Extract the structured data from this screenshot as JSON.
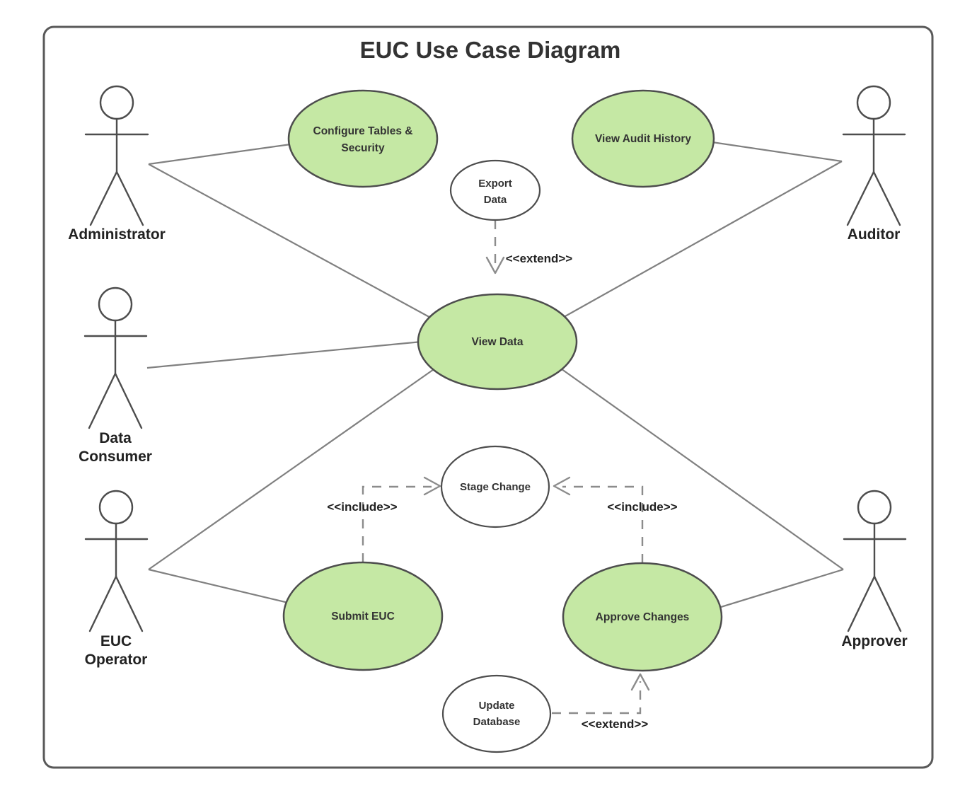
{
  "diagram": {
    "title": "EUC Use Case Diagram",
    "type": "uml-use-case-diagram",
    "colors": {
      "usecase_fill_highlight": "#c5e8a4",
      "usecase_fill_plain": "#ffffff",
      "shape_stroke": "#4d4d4d",
      "association_stroke": "#808080",
      "dependency_stroke": "#8c8c8c",
      "boundary_stroke": "#595959",
      "text": "#333333",
      "background": "#ffffff"
    },
    "actors": [
      {
        "id": "administrator",
        "label": "Administrator",
        "label_lines": [
          "Administrator"
        ],
        "side": "left"
      },
      {
        "id": "data-consumer",
        "label": "Data Consumer",
        "label_lines": [
          "Data",
          "Consumer"
        ],
        "side": "left"
      },
      {
        "id": "euc-operator",
        "label": "EUC Operator",
        "label_lines": [
          "EUC",
          "Operator"
        ],
        "side": "left"
      },
      {
        "id": "auditor",
        "label": "Auditor",
        "label_lines": [
          "Auditor"
        ],
        "side": "right"
      },
      {
        "id": "approver",
        "label": "Approver",
        "label_lines": [
          "Approver"
        ],
        "side": "right"
      }
    ],
    "use_cases": [
      {
        "id": "configure-tables-security",
        "label": "Configure Tables & Security",
        "label_lines": [
          "Configure Tables &",
          "Security"
        ],
        "highlighted": true
      },
      {
        "id": "view-audit-history",
        "label": "View Audit History",
        "label_lines": [
          "View Audit History"
        ],
        "highlighted": true
      },
      {
        "id": "export-data",
        "label": "Export Data",
        "label_lines": [
          "Export",
          "Data"
        ],
        "highlighted": false
      },
      {
        "id": "view-data",
        "label": "View Data",
        "label_lines": [
          "View Data"
        ],
        "highlighted": true
      },
      {
        "id": "stage-change",
        "label": "Stage Change",
        "label_lines": [
          "Stage Change"
        ],
        "highlighted": false
      },
      {
        "id": "submit-euc",
        "label": "Submit EUC",
        "label_lines": [
          "Submit EUC"
        ],
        "highlighted": true
      },
      {
        "id": "approve-changes",
        "label": "Approve Changes",
        "label_lines": [
          "Approve Changes"
        ],
        "highlighted": true
      },
      {
        "id": "update-database",
        "label": "Update Database",
        "label_lines": [
          "Update",
          "Database"
        ],
        "highlighted": false
      }
    ],
    "associations": [
      {
        "from": "administrator",
        "to": "configure-tables-security"
      },
      {
        "from": "administrator",
        "to": "view-data"
      },
      {
        "from": "data-consumer",
        "to": "view-data"
      },
      {
        "from": "auditor",
        "to": "view-audit-history"
      },
      {
        "from": "auditor",
        "to": "view-data"
      },
      {
        "from": "euc-operator",
        "to": "submit-euc"
      },
      {
        "from": "euc-operator",
        "to": "view-data"
      },
      {
        "from": "approver",
        "to": "approve-changes"
      },
      {
        "from": "approver",
        "to": "view-data"
      }
    ],
    "dependencies": [
      {
        "id": "export-data-extends-view-data",
        "from": "export-data",
        "to": "view-data",
        "stereotype": "<<extend>>"
      },
      {
        "id": "submit-euc-includes-stage-change",
        "from": "submit-euc",
        "to": "stage-change",
        "stereotype": "<<include>>"
      },
      {
        "id": "approve-changes-includes-stage-change",
        "from": "approve-changes",
        "to": "stage-change",
        "stereotype": "<<include>>"
      },
      {
        "id": "update-database-extends-approve",
        "from": "update-database",
        "to": "approve-changes",
        "stereotype": "<<extend>>"
      }
    ],
    "stereotype_labels": {
      "extend_top": "<<extend>>",
      "include_left": "<<include>>",
      "include_right": "<<include>>",
      "extend_bottom": "<<extend>>"
    }
  }
}
